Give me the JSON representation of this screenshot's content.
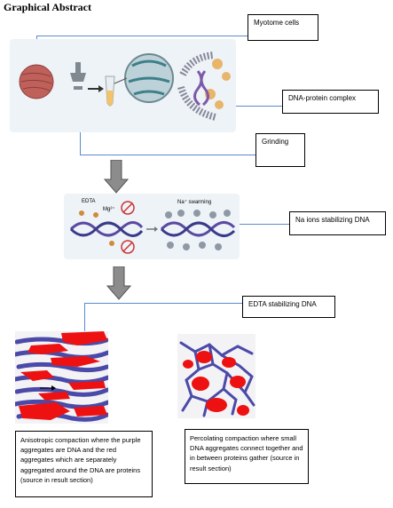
{
  "title": "Graphical Abstract",
  "callouts": {
    "myotome": "Myotome cells",
    "dna_protein": "DNA-protein complex",
    "grinding": "Grinding",
    "na_ions": "Na ions stabilizing DNA",
    "edta": "EDTA stabilizing DNA"
  },
  "panel2": {
    "edta_label": "EDTA",
    "mg_label": "Mg²⁺",
    "swarming_label": "Na⁺ swarming"
  },
  "captions": {
    "left": "Anisotropic compaction where the purple aggregates are DNA and the red aggregates which are separately aggregated around the DNA are proteins (source in result section)",
    "right": "Percolating compaction where small DNA aggregates connect together and in between proteins gather (source in result section)"
  },
  "colors": {
    "connector": "#5b8bd0",
    "arrow_fill": "#8c8c8c",
    "dna": "#5a4aa0",
    "protein": "#ee1111",
    "panel_bg": "#eef3f8"
  }
}
